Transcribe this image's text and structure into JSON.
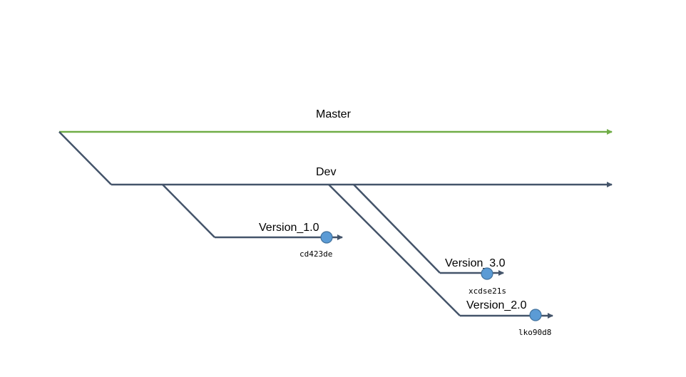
{
  "colors": {
    "master": "#70AD47",
    "branch": "#44546A",
    "commit_fill": "#5B9BD5",
    "commit_stroke": "#41719C"
  },
  "branches": {
    "master": {
      "label": "Master"
    },
    "dev": {
      "label": "Dev"
    },
    "version_1": {
      "label": "Version_1.0",
      "commit": "cd423de"
    },
    "version_3": {
      "label": "Version_3.0",
      "commit": "xcdse21s"
    },
    "version_2": {
      "label": "Version_2.0",
      "commit": "lko90d8"
    }
  }
}
